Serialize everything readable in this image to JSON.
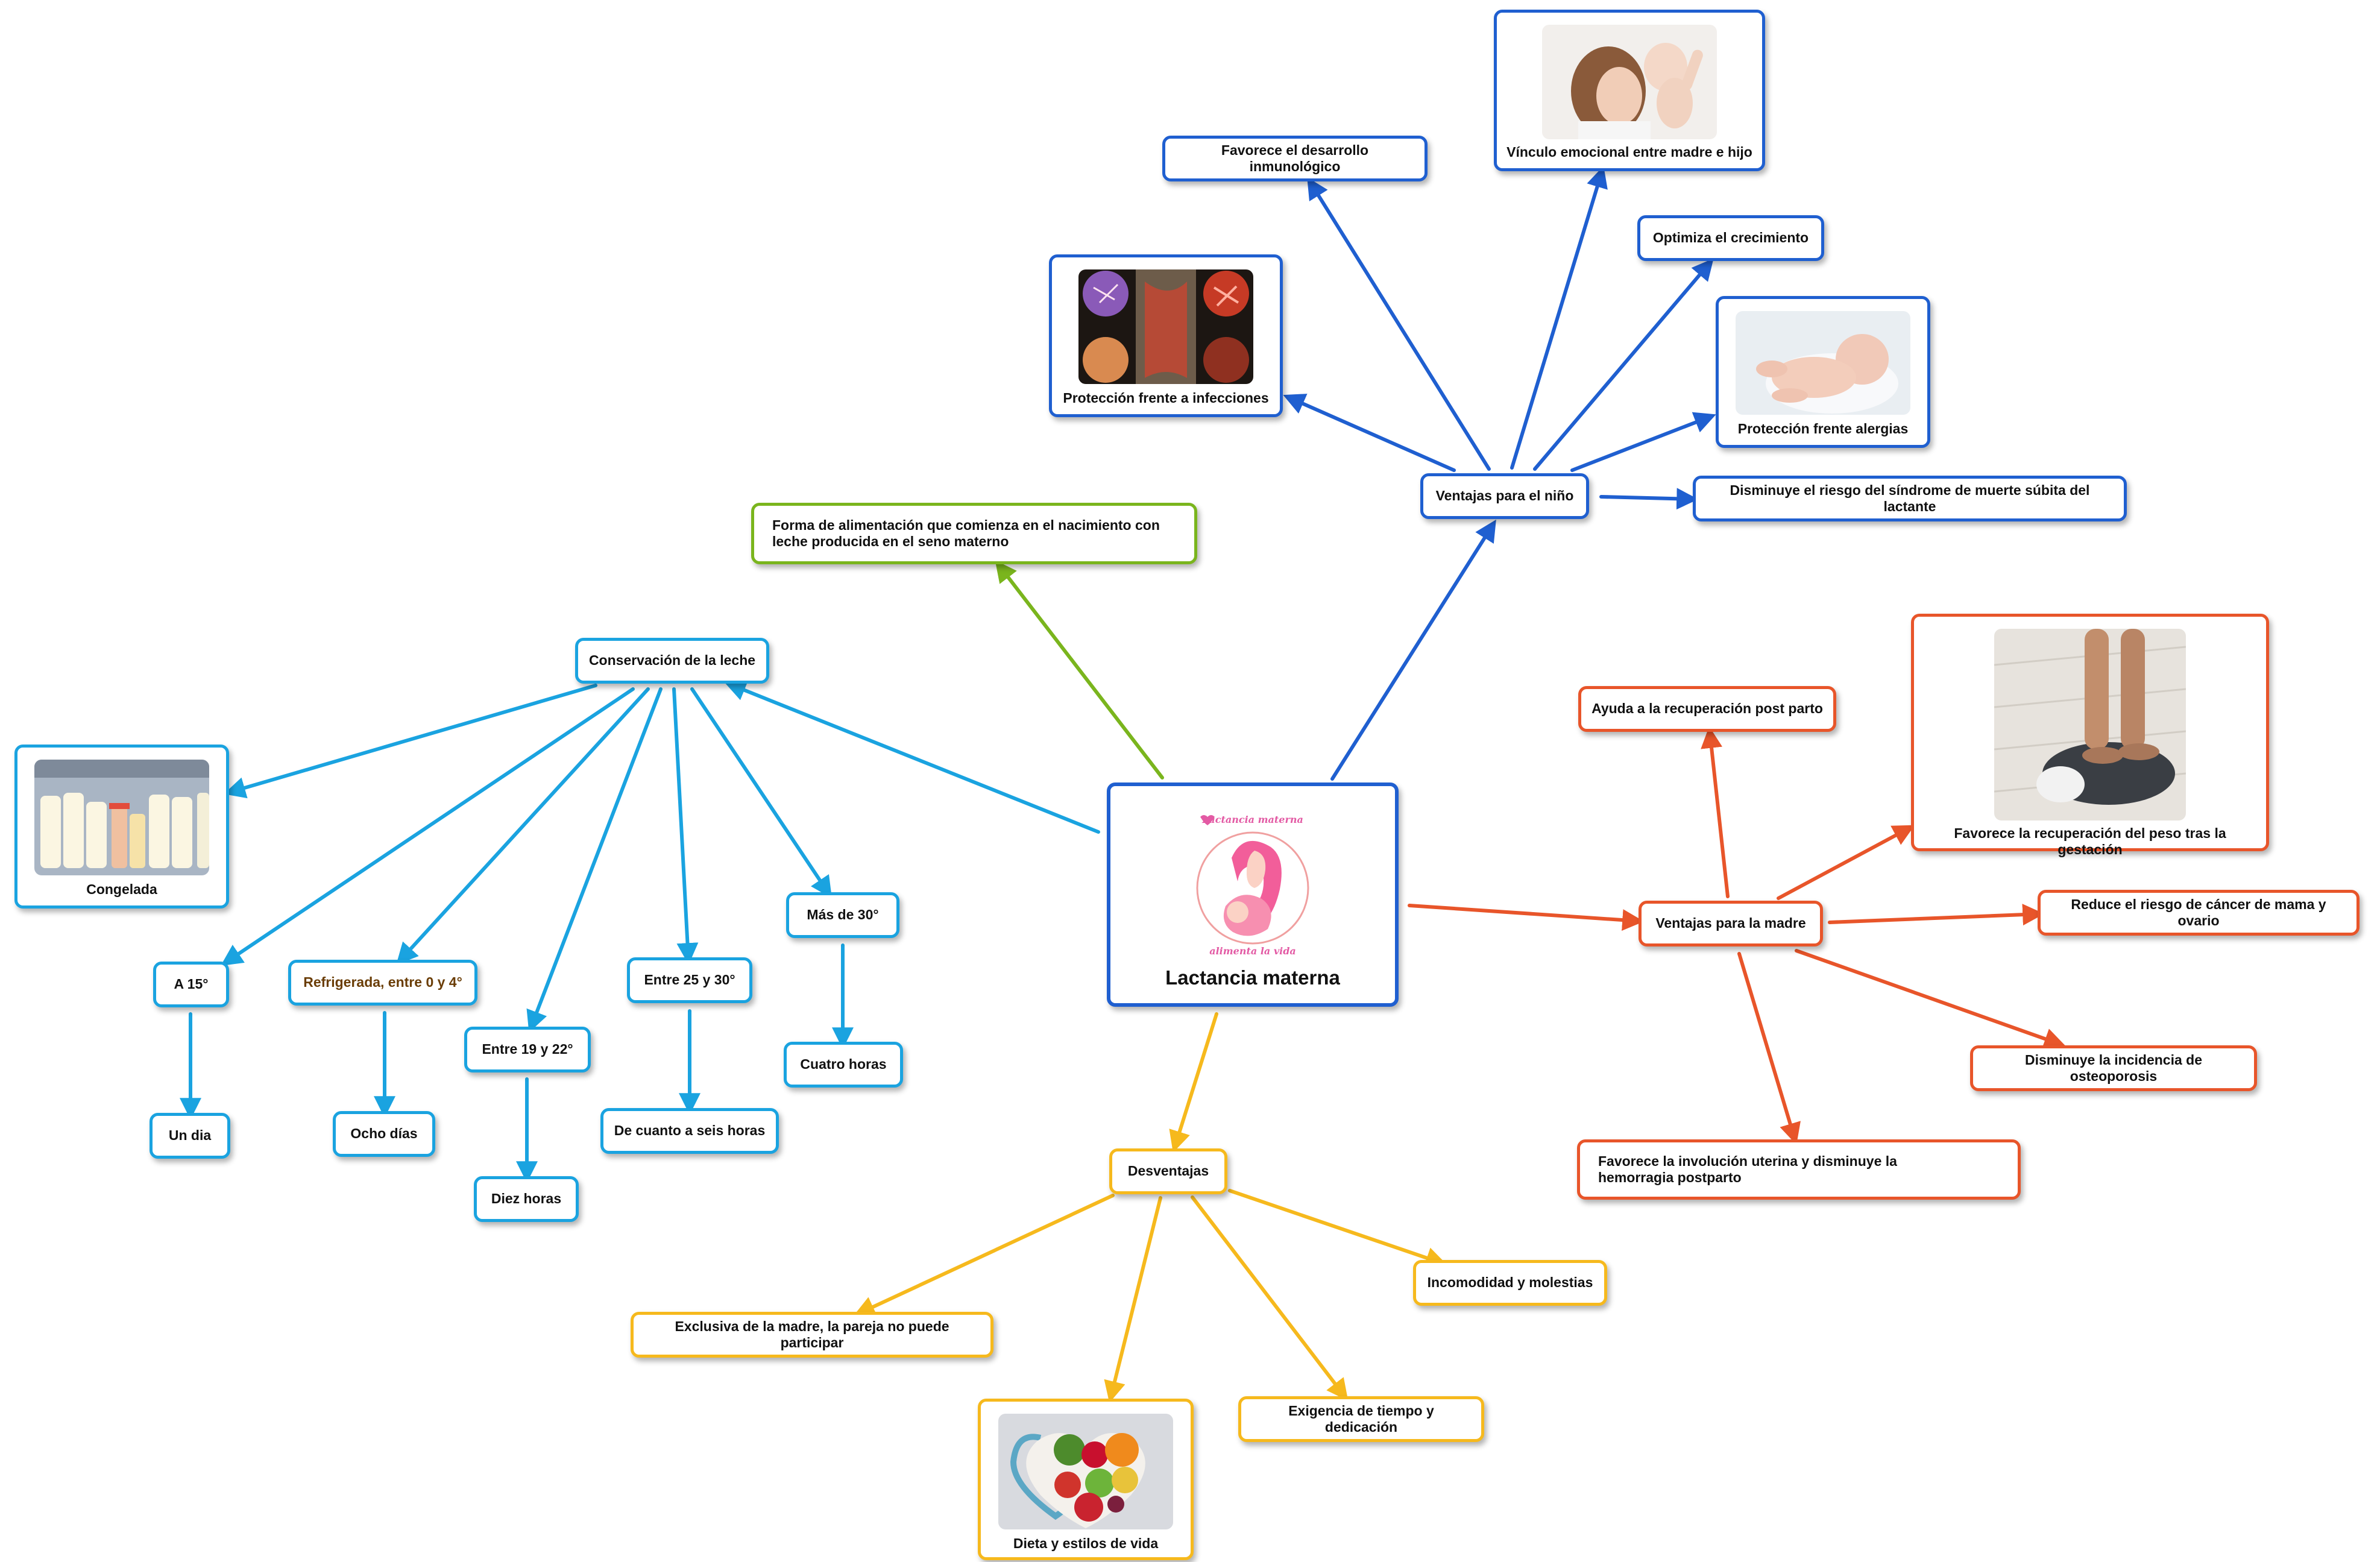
{
  "center": {
    "title": "Lactancia materna",
    "logo_top": "Lactancia materna",
    "logo_bottom": "alimenta la vida"
  },
  "definition": "Forma de alimentación que comienza en el nacimiento con leche producida en el seno materno",
  "child_benefits": {
    "title": "Ventajas para el niño",
    "items": [
      "Favorece el desarrollo inmunológico",
      "Vínculo emocional entre madre e hijo",
      "Optimiza el crecimiento",
      "Protección frente a infecciones",
      "Protección frente alergias",
      "Disminuye el riesgo del síndrome de muerte súbita del lactante"
    ]
  },
  "mother_benefits": {
    "title": "Ventajas para la madre",
    "items": [
      "Ayuda a la recuperación post parto",
      "Favorece la recuperación del peso tras la gestación",
      "Reduce el riesgo de cáncer de mama y ovario",
      "Disminuye la incidencia de osteoporosis",
      "Favorece la involución uterina y disminuye la hemorragia postparto"
    ]
  },
  "disadvantages": {
    "title": "Desventajas",
    "items": [
      "Exclusiva de la madre,  la pareja no puede participar",
      "Incomodidad y molestias",
      "Exigencia de tiempo y dedicación",
      "Dieta y estilos de vida"
    ]
  },
  "conservation": {
    "title": "Conservación de la leche",
    "conditions": [
      {
        "condition": "Congelada",
        "time": ""
      },
      {
        "condition": "A 15°",
        "time": "Un dia"
      },
      {
        "condition": "Refrigerada, entre 0 y 4°",
        "time": "Ocho días"
      },
      {
        "condition": "Entre 19 y 22°",
        "time": "Diez horas"
      },
      {
        "condition": "Entre 25 y 30°",
        "time": "De cuanto a seis horas"
      },
      {
        "condition": "Más de 30°",
        "time": "Cuatro horas"
      }
    ]
  },
  "colors": {
    "child": "#1f5fd0",
    "conservation": "#1aa3e0",
    "definition": "#7ab51d",
    "mother": "#e8552a",
    "disadvantages": "#f6b91d"
  },
  "icons": {
    "center_image": "breastfeeding-mother-logo",
    "mother_baby_photo": "mother-baby-photo",
    "bacteria_photo": "bacteria-photo",
    "newborn_photo": "newborn-photo",
    "frozen_milk_photo": "frozen-milk-bottles-photo",
    "scale_photo": "bathroom-scale-photo",
    "healthy_food_photo": "heart-fruits-photo"
  }
}
